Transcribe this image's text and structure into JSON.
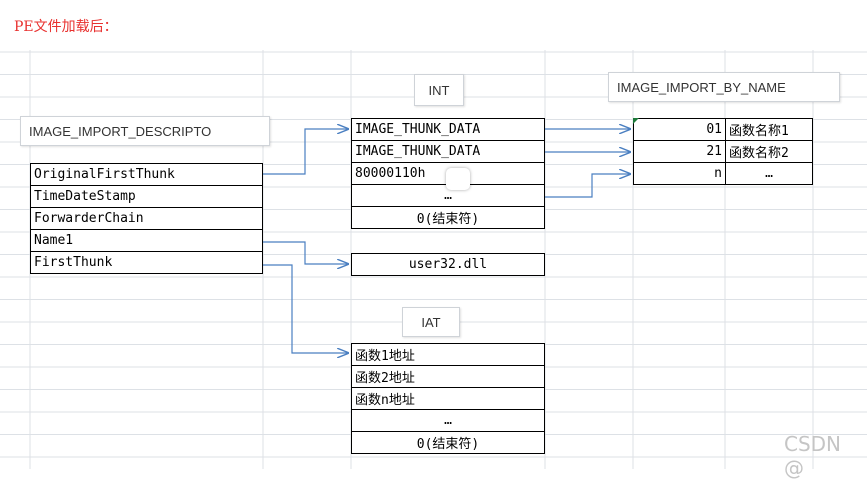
{
  "title": "PE文件加载后：",
  "labels": {
    "descriptor": "IMAGE_IMPORT_DESCRIPTO",
    "int": "INT",
    "iat": "IAT",
    "import_by_name": "IMAGE_IMPORT_BY_NAME"
  },
  "descriptor_rows": [
    "OriginalFirstThunk",
    "TimeDateStamp",
    "ForwarderChain",
    "Name1",
    "FirstThunk"
  ],
  "int_rows": [
    "IMAGE_THUNK_DATA",
    "IMAGE_THUNK_DATA",
    "80000110h",
    "…",
    "0(结束符)"
  ],
  "dll_name": "user32.dll",
  "by_name_rows": [
    {
      "hint": "01",
      "name": "函数名称1"
    },
    {
      "hint": "21",
      "name": "函数名称2"
    },
    {
      "hint": "n",
      "name": "…"
    }
  ],
  "iat_rows": [
    "函数1地址",
    "函数2地址",
    "函数n地址",
    "…",
    "0(结束符)"
  ],
  "watermark": "CSDN @",
  "colors": {
    "title": "#e8312f",
    "arrow": "#4a7fc1",
    "grid": "#dde1e6"
  }
}
